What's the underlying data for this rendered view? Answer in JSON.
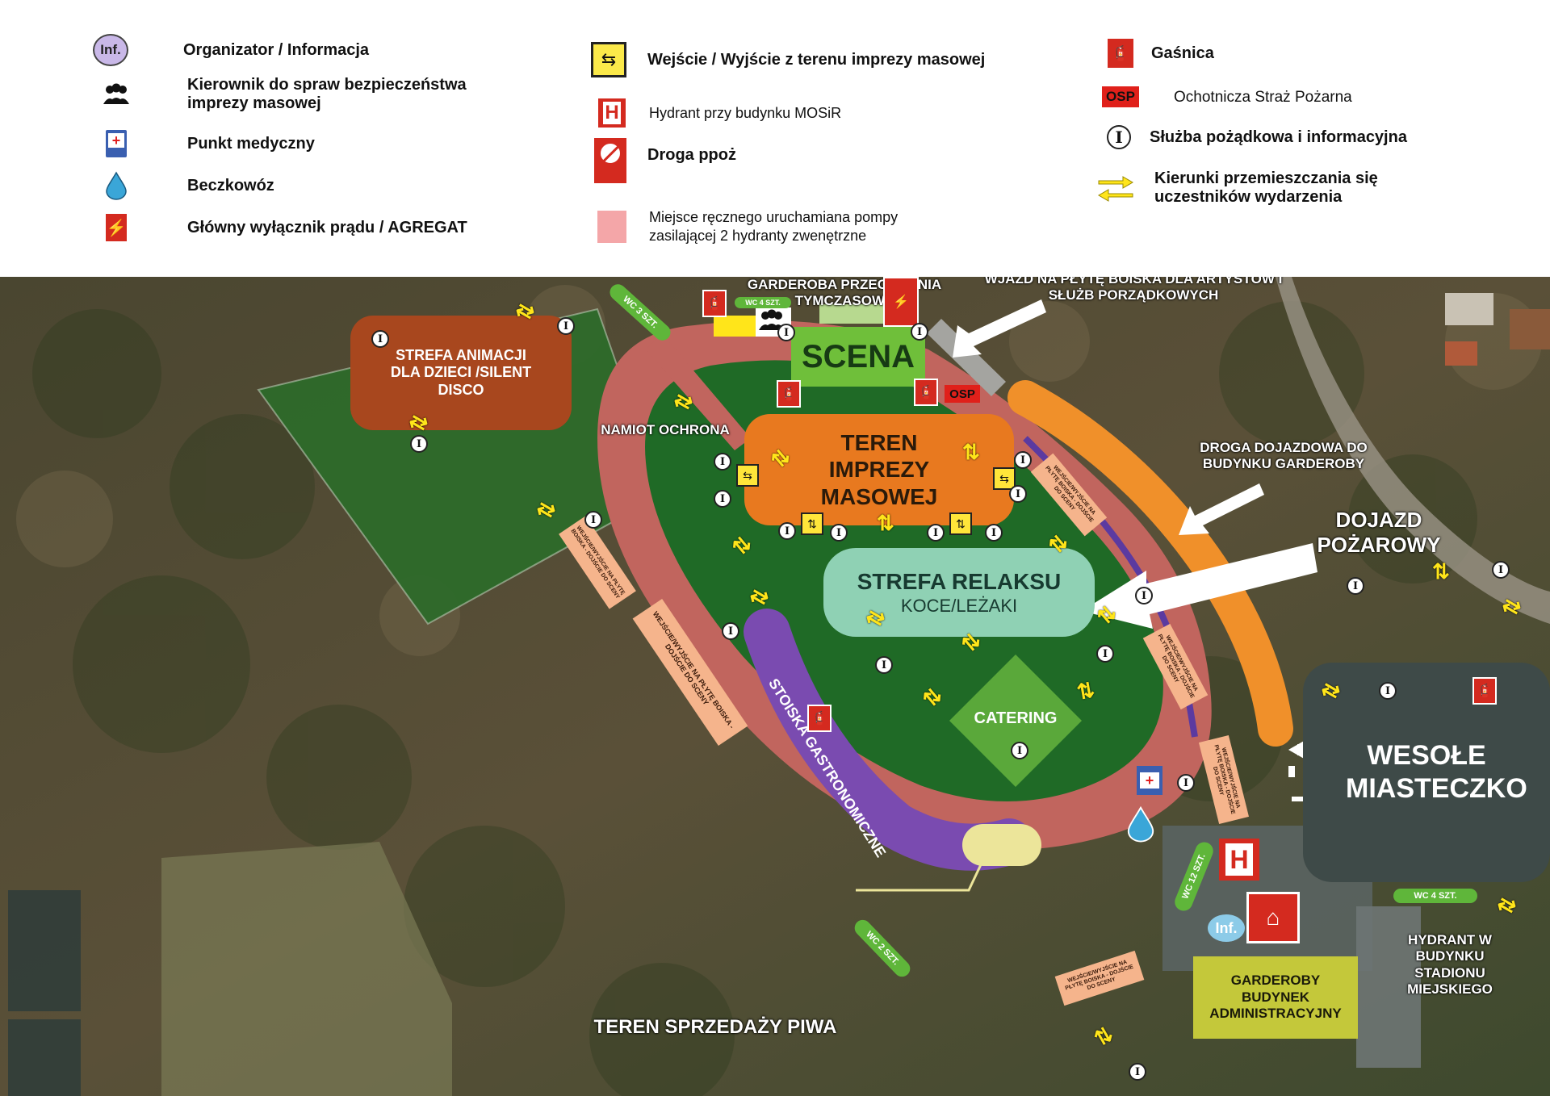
{
  "legend": {
    "col1": [
      {
        "icon": "info-badge-icon",
        "text": "Organizator / Informacja",
        "badge": "Inf."
      },
      {
        "icon": "security-manager-icon",
        "text": "Kierownik do spraw bezpieczeństwa imprezy masowej"
      },
      {
        "icon": "medical-point-icon",
        "text": "Punkt medyczny"
      },
      {
        "icon": "water-tank-icon",
        "text": "Beczkowóz"
      },
      {
        "icon": "power-switch-icon",
        "text": "Główny wyłącznik prądu / AGREGAT"
      }
    ],
    "col2": [
      {
        "icon": "entrance-exit-icon",
        "text": "Wejście / Wyjście z terenu imprezy masowej"
      },
      {
        "icon": "hydrant-icon",
        "text": "Hydrant przy budynku MOSiR"
      },
      {
        "icon": "fire-road-icon",
        "text": "Droga ppoż"
      },
      {
        "icon": "pump-square-icon",
        "text": "Miejsce ręcznego uruchamiana pompy zasilającej 2 hydranty zwenętrzne"
      }
    ],
    "col3": [
      {
        "icon": "extinguisher-icon",
        "text": "Gaśnica"
      },
      {
        "icon": "osp-badge-icon",
        "text": "Ochotnicza Straż Pożarna",
        "badge": "OSP"
      },
      {
        "icon": "steward-icon",
        "text": "Służba pożądkowa i informacyjna",
        "badge": "I"
      },
      {
        "icon": "direction-arrows-icon",
        "text": "Kierunki przemieszczania się uczestników wydarzenia"
      }
    ]
  },
  "map": {
    "zones": {
      "animacja": "STREFA ANIMACJI DLA DZIECI /SILENT DISCO",
      "scena": "SCENA",
      "teren": "TEREN IMPREZY MASOWEJ",
      "relaks_title": "STREFA RELAKSU",
      "relaks_sub": "KOCE/LEŻAKI",
      "catering": "CATERING",
      "wesole": "WESOŁE MIASTECZKO",
      "garderoby": "GARDEROBY BUDYNEK ADMINISTRACYJNY",
      "stoiska": "STOISKA GASTRONOMICZNE"
    },
    "labels": {
      "garderoba_przech": "GARDEROBA PRZECHODNIA TYMCZASOWA",
      "wjazd": "WJAZD NA PŁYTĘ BOISKA DLA ARTYSTÓW I SŁUŻB PORZĄDKOWYCH",
      "namiot": "NAMIOT OCHRONA",
      "droga_dojazdowa": "DROGA DOJAZDOWA DO BUDYNKU GARDEROBY",
      "dojazd_pozarowy": "DOJAZD POŻAROWY",
      "hydrant_budynek": "HYDRANT W BUDYNKU STADIONU MIEJSKIEGO",
      "piwo": "TEREN SPRZEDAŻY PIWA"
    },
    "wc": {
      "wc3": "WC 3 SZT.",
      "wc4a": "WC 4 SZT.",
      "wc12": "WC 12 SZT.",
      "wc2": "WC 2 SZT.",
      "wc4b": "WC 4 SZT."
    },
    "tags": {
      "gate_short": "WEJŚCIE/WYJŚCIE NA PŁYTĘ BOISKA - DOJŚCIE DO SCENY",
      "gate_long": "WEJŚCIE/WYJŚCIE NA PŁYTĘ BOISKA - DOJŚCIE DO SCENY"
    },
    "badges": {
      "inf": "Inf.",
      "osp": "OSP",
      "steward": "I",
      "hydrant": "H"
    }
  },
  "colors": {
    "animacja": "#a8471e",
    "scena": "#6fbf3a",
    "teren": "#e8791f",
    "relaks": "#8fd1b4",
    "catering": "#5aa83a",
    "wesole": "#3e4a48",
    "garderoby": "#c4c83a",
    "stoiska": "#7a4bb0",
    "fire_road": "#f0902a",
    "track": "#c1655e",
    "pitch": "#1f5f24"
  }
}
